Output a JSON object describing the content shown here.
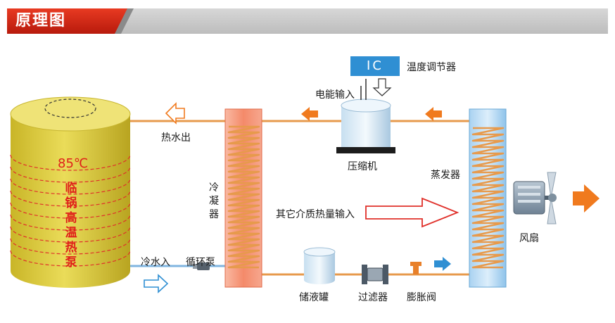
{
  "header": {
    "title": "原理图"
  },
  "ic_box": {
    "label": "IC"
  },
  "labels": {
    "temp_regulator": "温度调节器",
    "power_input": "电能输入",
    "hot_water_out": "热水出",
    "compressor": "压缩机",
    "evaporator": "蒸发器",
    "condenser": "冷凝器",
    "other_heat_input": "其它介质热量输入",
    "fan": "风扇",
    "cold_water_in": "冷水入",
    "circulation_pump": "循环泵",
    "receiver_tank": "储液罐",
    "filter": "过滤器",
    "expansion_valve": "膨胀阀"
  },
  "tank": {
    "temperature": "85℃",
    "vertical_text": "临锅高温热泵"
  },
  "colors": {
    "header_red": "#d8261a",
    "tank_yellow": "#e6d23a",
    "pipe_orange": "#e79a4c",
    "arrow_orange": "#f07a1e",
    "water_blue": "#2f8fd3"
  }
}
